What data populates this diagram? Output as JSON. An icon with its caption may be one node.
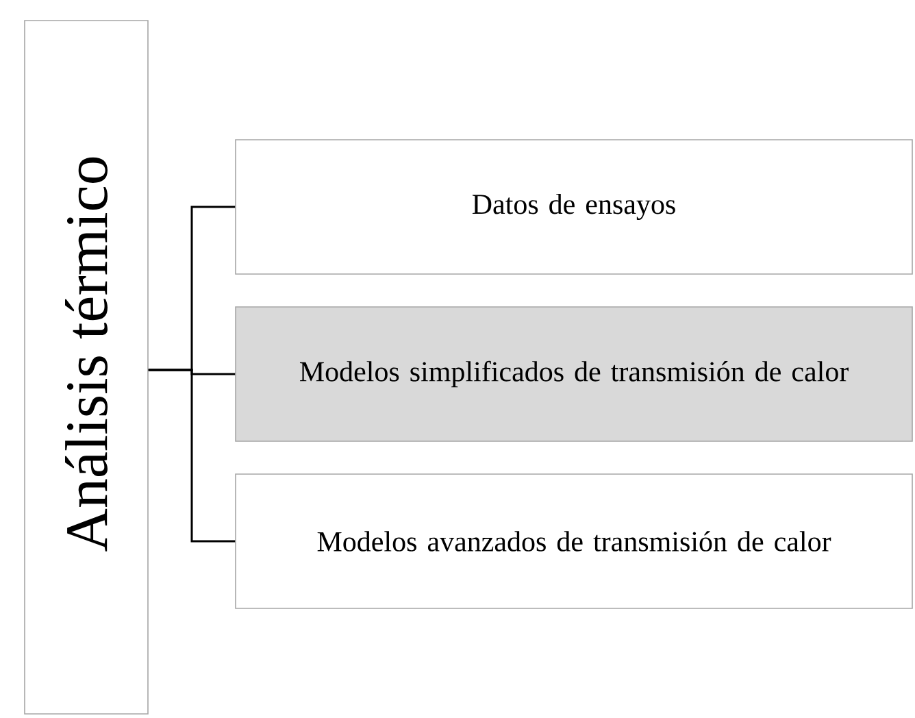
{
  "diagram": {
    "nodes": [
      {
        "text": [
          "Análisis térmico"
        ]
      },
      {
        "text": [
          "Datos de ensayos"
        ]
      },
      {
        "text": [
          "Modelos simplificados de transmisión de calor"
        ]
      },
      {
        "text": [
          "Modelos avanzados de transmisión de calor"
        ]
      }
    ],
    "edges": [
      {
        "from": 0,
        "to": 1,
        "arrow": "none"
      },
      {
        "from": 0,
        "to": 2,
        "arrow": "none"
      },
      {
        "from": 0,
        "to": 3,
        "arrow": "none"
      }
    ]
  }
}
